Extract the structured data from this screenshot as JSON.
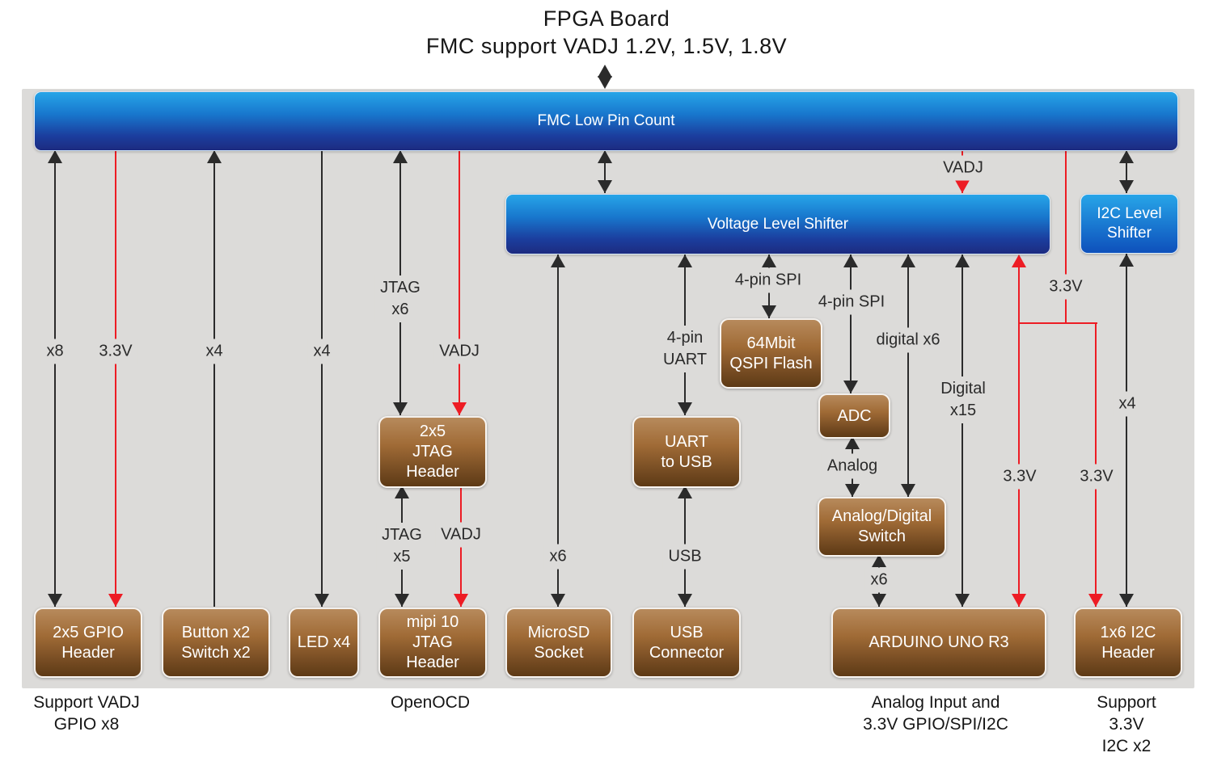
{
  "title": {
    "line1": "FPGA Board",
    "line2": "FMC support VADJ 1.2V, 1.5V, 1.8V"
  },
  "bars": {
    "fmc": "FMC Low Pin Count",
    "voltage_level_shifter": "Voltage Level Shifter",
    "i2c_level_shifter": "I2C Level\nShifter"
  },
  "components": {
    "jtag_2x5": "2x5\nJTAG\nHeader",
    "uart_to_usb": "UART\nto USB",
    "qspi_flash": "64Mbit\nQSPI Flash",
    "adc": "ADC",
    "analog_digital_switch": "Analog/Digital\nSwitch",
    "gpio_header": "2x5 GPIO\nHeader",
    "button_switch": "Button x2\nSwitch x2",
    "led": "LED x4",
    "mipi_jtag": "mipi 10\nJTAG\nHeader",
    "microsd": "MicroSD\nSocket",
    "usb_connector": "USB\nConnector",
    "arduino": "ARDUINO UNO R3",
    "i2c_header": "1x6 I2C\nHeader"
  },
  "wire_labels": {
    "x8": "x8",
    "v33_gpio": "3.3V",
    "x4_button": "x4",
    "x4_led": "x4",
    "jtag_x6": "JTAG\nx6",
    "vadj_jtag": "VADJ",
    "jtag_x5": "JTAG\nx5",
    "vadj_mipi": "VADJ",
    "x6_microsd": "x6",
    "uart_4pin": "4-pin\nUART",
    "usb": "USB",
    "spi_4pin_flash": "4-pin SPI",
    "spi_4pin_adc": "4-pin SPI",
    "analog": "Analog",
    "digital_x6": "digital x6",
    "x6_arduino": "x6",
    "digital_x15": "Digital\nx15",
    "vadj_shifter": "VADJ",
    "v33_fmc": "3.3V",
    "v33_arduino": "3.3V",
    "v33_i2c": "3.3V",
    "x4_i2c": "x4"
  },
  "captions": {
    "support_vadj": "Support VADJ\nGPIO x8",
    "openocd": "OpenOCD",
    "analog_input": "Analog Input and\n3.3V GPIO/SPI/I2C",
    "support_33v": "Support 3.3V\nI2C x2"
  },
  "colors": {
    "panel_gray": "#dcdbd9",
    "bar_blue_top": "#27a5e8",
    "bar_blue_bottom": "#1c2b80",
    "box_brown_top": "#b78a5c",
    "box_brown_bottom": "#5d3a15",
    "wire_black": "#2b2b2b",
    "wire_red": "#ed1c24"
  }
}
